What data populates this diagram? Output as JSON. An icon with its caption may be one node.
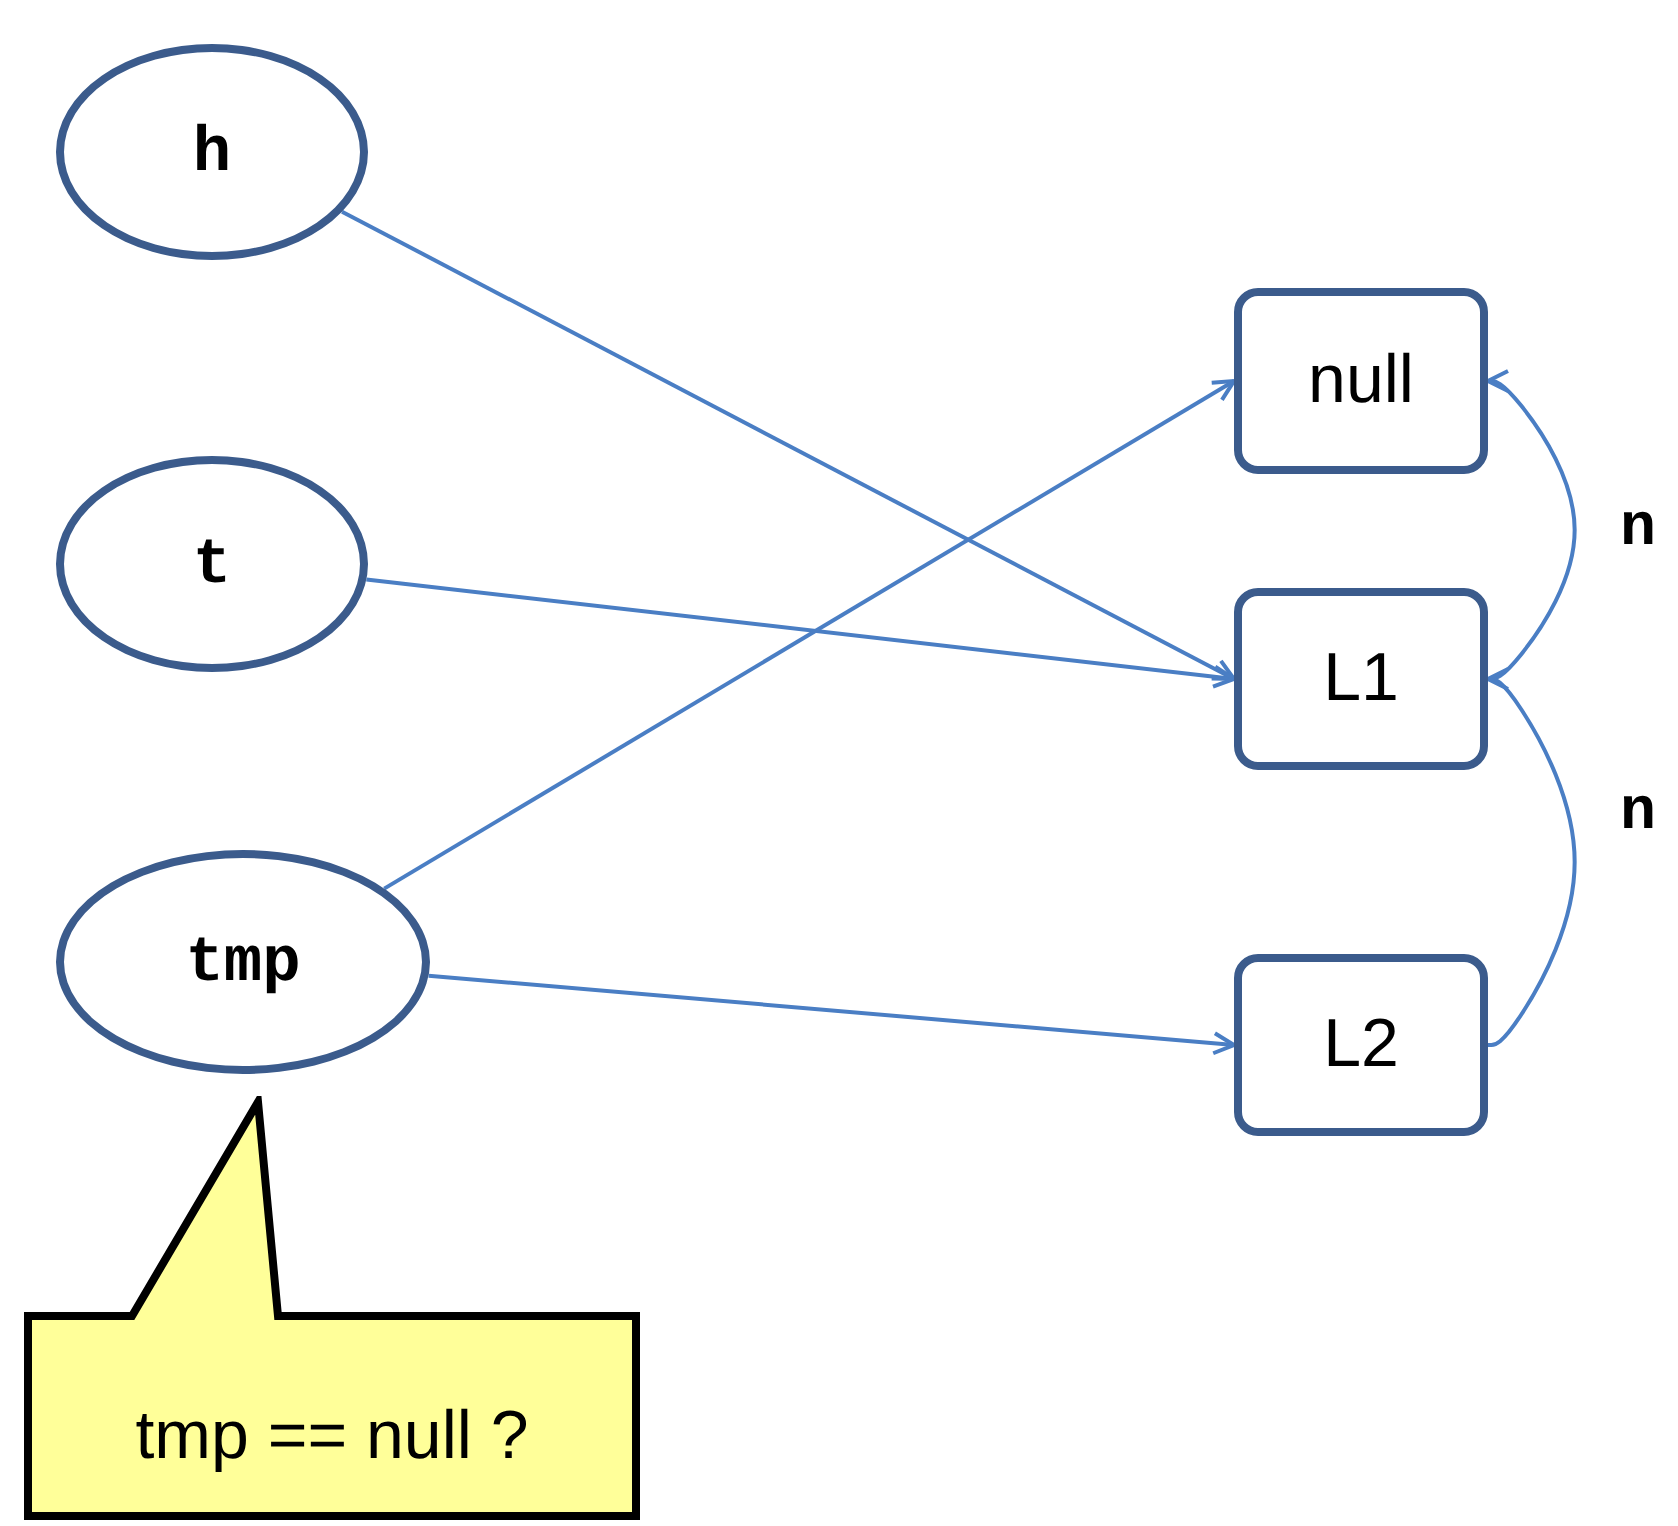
{
  "diagram": {
    "nodes": [
      {
        "text": [
          "h"
        ]
      },
      {
        "text": [
          "t"
        ]
      },
      {
        "text": [
          "tmp"
        ]
      },
      {
        "text": [
          "null"
        ]
      },
      {
        "text": [
          "L1"
        ]
      },
      {
        "text": [
          "L2"
        ]
      },
      {
        "text": [
          "tmp == null ?"
        ]
      }
    ],
    "edges": [
      {
        "from": 0,
        "to": 4,
        "arrow": "to"
      },
      {
        "from": 1,
        "to": 4,
        "arrow": "to"
      },
      {
        "from": 2,
        "to": 3,
        "arrow": "to"
      },
      {
        "from": 2,
        "to": 5,
        "arrow": "to"
      },
      {
        "from": 4,
        "to": 3,
        "arrow": "to",
        "label": "n"
      },
      {
        "from": 5,
        "to": 4,
        "arrow": "to",
        "label": "n"
      }
    ]
  }
}
